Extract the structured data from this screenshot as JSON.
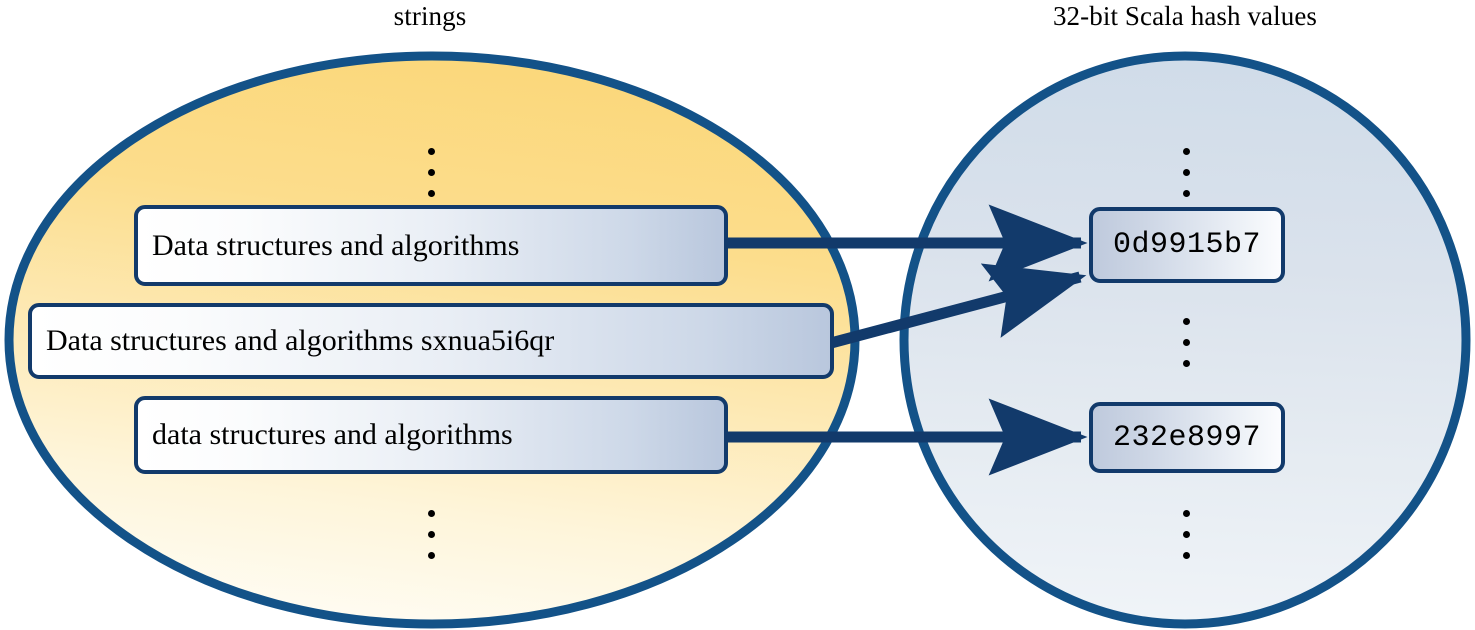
{
  "diagram": {
    "title_left": "strings",
    "title_right": "32-bit Scala hash values",
    "colors": {
      "set_border": "#135288",
      "left_fill_top": "#fcdd87",
      "left_fill_bottom": "#fffdf5",
      "right_fill_top": "#d3dee9",
      "right_fill_bottom": "#eef2f7",
      "arrow": "#123a6b",
      "node_border": "#123a6b",
      "text": "#000000"
    },
    "left_set": {
      "name": "strings",
      "shape": "ellipse",
      "items": [
        {
          "id": "string-1",
          "text": "Data structures and algorithms"
        },
        {
          "id": "string-2",
          "text": "Data structures and algorithms sxnua5i6qr"
        },
        {
          "id": "string-3",
          "text": "data structures and algorithms"
        }
      ],
      "ellipsis": [
        "⋮",
        "⋮"
      ]
    },
    "right_set": {
      "name": "32-bit Scala hash values",
      "shape": "circle",
      "items": [
        {
          "id": "hash-1",
          "text": "0d9915b7"
        },
        {
          "id": "hash-2",
          "text": "232e8997"
        }
      ],
      "ellipsis": [
        "⋮",
        "⋮",
        "⋮"
      ]
    },
    "arrows": [
      {
        "id": "arrow-1",
        "from": "string-1",
        "to": "hash-1",
        "kind": "straight"
      },
      {
        "id": "arrow-2",
        "from": "string-2",
        "to": "hash-1",
        "kind": "diagonal"
      },
      {
        "id": "arrow-3",
        "from": "string-3",
        "to": "hash-2",
        "kind": "straight"
      }
    ]
  }
}
